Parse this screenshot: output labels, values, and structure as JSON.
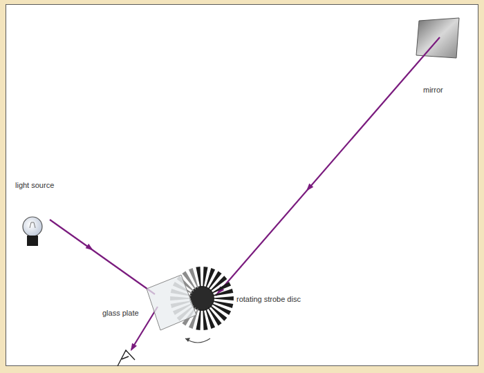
{
  "diagram": {
    "labels": [
      "mirror",
      "light source",
      "glass plate",
      "rotating strobe disc"
    ]
  }
}
